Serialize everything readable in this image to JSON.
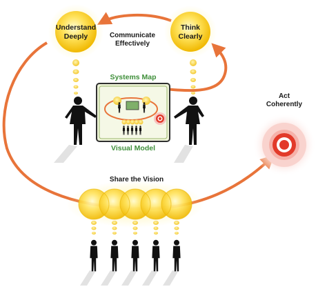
{
  "labels": {
    "understand_line1": "Understand",
    "understand_line2": "Deeply",
    "think_line1": "Think",
    "think_line2": "Clearly",
    "communicate_line1": "Communicate",
    "communicate_line2": "Effectively",
    "act_line1": "Act",
    "act_line2": "Coherently",
    "systems_map": "Systems Map",
    "visual_model": "Visual Model",
    "share_vision": "Share the Vision"
  },
  "colors": {
    "arrow": "#e8743a",
    "bubble_center": "#fff7b0",
    "bubble_edge": "#f2c200",
    "target_red": "#e23a2a",
    "target_pink": "#f7c5c0",
    "model_green": "#3f8f3a",
    "model_bg": "#eef3d8",
    "person": "#111111",
    "shadow": "#d9d9d9"
  },
  "icons": {
    "bubble": "thought-bubble-icon",
    "person": "person-silhouette-icon",
    "target": "target-icon"
  }
}
